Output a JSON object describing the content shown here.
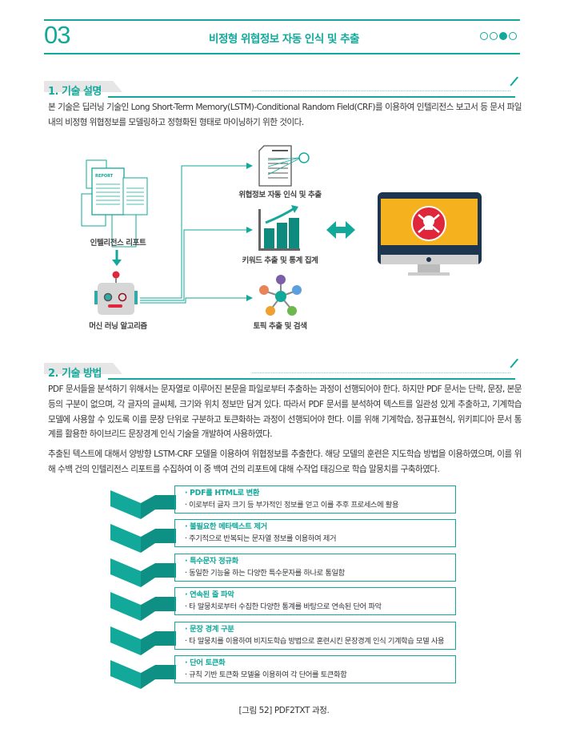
{
  "header": {
    "chapter": "03",
    "title": "비정형 위협정보 자동 인식 및 추출",
    "page_dots": 4,
    "active_dot": 3
  },
  "section1": {
    "heading": "1. 기술 설명",
    "body": "본 기술은 딥러닝 기술인 Long Short-Term Memory(LSTM)-Conditional Random Field(CRF)를 이용하여 인텔리전스 보고서 등 문서 파일 내의 비정형 위협정보를 모델링하고 정형화된 형태로 마이닝하기 위한 것이다."
  },
  "diagram": {
    "report_label": "인텔리전스 리포트",
    "report_text": "REPORT",
    "ml_label": "머신 러닝 알고리즘",
    "out1": "위협정보 자동 인식 및 추출",
    "out2": "키워드 추출 및 통계 집계",
    "out3": "토픽 추출 및 검색"
  },
  "section2": {
    "heading": "2. 기술 방법",
    "para1": "PDF 문서들을 분석하기 위해서는 문자열로 이루어진 본문을 파일로부터 추출하는 과정이 선행되어야 한다. 하지만 PDF 문서는 단락, 문장, 본문 등의 구분이 없으며, 각 글자의 글씨체, 크기와 위치 정보만 담겨 있다. 따라서 PDF 문서를 분석하여 텍스트를 일관성 있게 추출하고, 기계학습 모델에 사용할 수 있도록 이를 문장 단위로 구분하고 토큰화하는 과정이 선행되어야 한다. 이를 위해 기계학습, 정규표현식, 위키피디아 문서 통계를 활용한 하이브리드 문장경계 인식 기술을 개발하여 사용하였다.",
    "para2": "추출된 텍스트에 대해서 양방향 LSTM-CRF 모델을 이용하여 위협정보를 추출한다. 해당 모델의 훈련은 지도학습 방법을 이용하였으며, 이를 위해 수백 건의 인텔리전스 리포트를 수집하여 이 중 백여 건의 리포트에 대해 수작업 태깅으로 학습 말뭉치를 구축하였다."
  },
  "steps": [
    {
      "title": "· PDF를 HTML로 변환",
      "desc": "· 이로부터 글자 크기 등 부가적인 정보를 얻고 이를 추후 프로세스에 활용"
    },
    {
      "title": "· 불필요한 메타텍스트 제거",
      "desc": "· 주기적으로 반복되는 문자열 정보를 이용하여 제거"
    },
    {
      "title": "· 특수문자 정규화",
      "desc": "· 동일한 기능을 하는 다양한 특수문자를 하나로 통일함"
    },
    {
      "title": "· 연속된 줄 파악",
      "desc": "· 타 말뭉치로부터 수집한 다양한 통계를 바탕으로 연속된 단어 파악"
    },
    {
      "title": "· 문장 경계 구분",
      "desc": "· 타 말뭉치를 이용하여 비지도학습 방법으로 훈련시킨 문장경계 인식 기계학습 모델 사용"
    },
    {
      "title": "· 단어 토큰화",
      "desc": "· 규칙 기반 토큰화 모델을 이용하여 각 단어를 토큰화함"
    }
  ],
  "caption": "[그림 52] PDF2TXT 과정.",
  "colors": {
    "accent": "#12a99b",
    "monitor_screen": "#f5a623",
    "skull_bg": "#e0263a"
  }
}
